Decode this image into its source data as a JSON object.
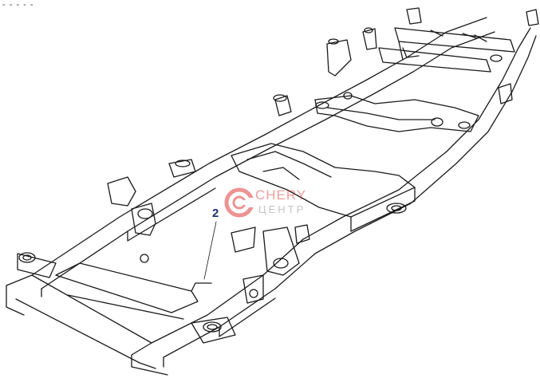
{
  "corner_label": "- - - - -",
  "callout_number": "2",
  "watermark": {
    "line1": "CHERY",
    "line2": "ЦЕНТР",
    "color": "#dc2828"
  },
  "colors": {
    "line": "#1a1a1a",
    "callout": "#1d2f6b",
    "background": "#ffffff"
  }
}
